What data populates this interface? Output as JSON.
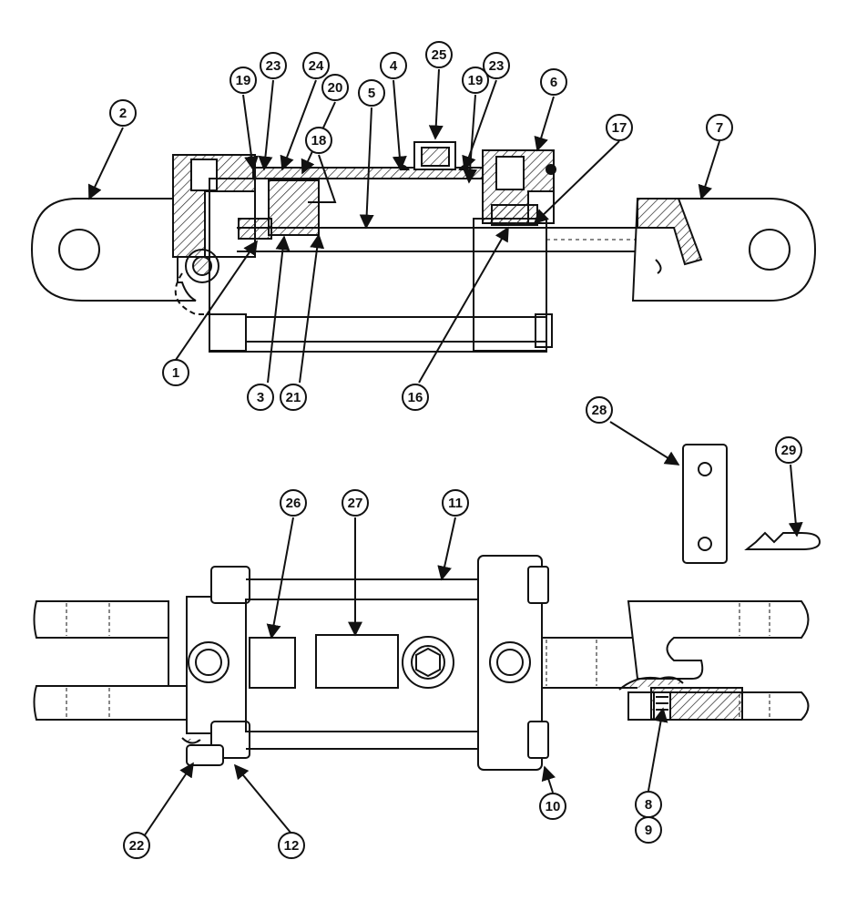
{
  "figure": {
    "background": "#ffffff",
    "ink": "#111111",
    "hatch_color": "#222222",
    "callouts": [
      {
        "key": "c2",
        "label": "2"
      },
      {
        "key": "c19a",
        "label": "19"
      },
      {
        "key": "c23a",
        "label": "23"
      },
      {
        "key": "c24",
        "label": "24"
      },
      {
        "key": "c20",
        "label": "20"
      },
      {
        "key": "c4",
        "label": "4"
      },
      {
        "key": "c25",
        "label": "25"
      },
      {
        "key": "c23b",
        "label": "23"
      },
      {
        "key": "c6",
        "label": "6"
      },
      {
        "key": "c19b",
        "label": "19"
      },
      {
        "key": "c5",
        "label": "5"
      },
      {
        "key": "c18",
        "label": "18"
      },
      {
        "key": "c17",
        "label": "17"
      },
      {
        "key": "c7",
        "label": "7"
      },
      {
        "key": "c1",
        "label": "1"
      },
      {
        "key": "c3",
        "label": "3"
      },
      {
        "key": "c21",
        "label": "21"
      },
      {
        "key": "c16",
        "label": "16"
      },
      {
        "key": "c28",
        "label": "28"
      },
      {
        "key": "c29",
        "label": "29"
      },
      {
        "key": "c26",
        "label": "26"
      },
      {
        "key": "c27",
        "label": "27"
      },
      {
        "key": "c11",
        "label": "11"
      },
      {
        "key": "c10",
        "label": "10"
      },
      {
        "key": "c8",
        "label": "8"
      },
      {
        "key": "c9",
        "label": "9"
      },
      {
        "key": "c22",
        "label": "22"
      },
      {
        "key": "c12",
        "label": "12"
      }
    ]
  }
}
